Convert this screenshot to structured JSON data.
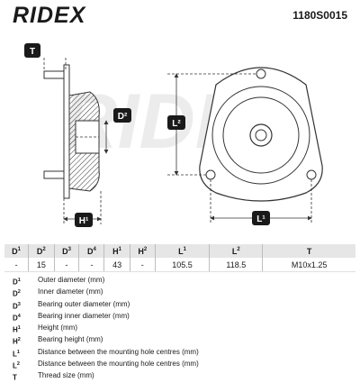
{
  "header": {
    "brand": "RIDEX",
    "part_number": "1180S0015"
  },
  "watermark": "RIDEX",
  "diagram": {
    "labels": {
      "thread": "T",
      "inner_diameter": "D²",
      "height": "H¹",
      "hole_distance_1": "L¹",
      "hole_distance_2": "L²"
    }
  },
  "specs": {
    "columns": [
      {
        "code": "D",
        "sup": "1"
      },
      {
        "code": "D",
        "sup": "2"
      },
      {
        "code": "D",
        "sup": "3"
      },
      {
        "code": "D",
        "sup": "4"
      },
      {
        "code": "H",
        "sup": "1"
      },
      {
        "code": "H",
        "sup": "2"
      },
      {
        "code": "L",
        "sup": "1"
      },
      {
        "code": "L",
        "sup": "2"
      },
      {
        "code": "T",
        "sup": ""
      }
    ],
    "values": [
      "-",
      "15",
      "-",
      "-",
      "43",
      "-",
      "105.5",
      "118.5",
      "M10x1.25"
    ]
  },
  "legend": [
    {
      "code": "D",
      "sup": "1",
      "text": "Outer diameter (mm)"
    },
    {
      "code": "D",
      "sup": "2",
      "text": "Inner diameter (mm)"
    },
    {
      "code": "D",
      "sup": "3",
      "text": "Bearing outer diameter (mm)"
    },
    {
      "code": "D",
      "sup": "4",
      "text": "Bearing inner diameter (mm)"
    },
    {
      "code": "H",
      "sup": "1",
      "text": "Height (mm)"
    },
    {
      "code": "H",
      "sup": "2",
      "text": "Bearing height (mm)"
    },
    {
      "code": "L",
      "sup": "1",
      "text": "Distance between the mounting hole centres (mm)"
    },
    {
      "code": "L",
      "sup": "2",
      "text": "Distance between the mounting hole centres (mm)"
    },
    {
      "code": "T",
      "sup": "",
      "text": "Thread size (mm)"
    }
  ]
}
